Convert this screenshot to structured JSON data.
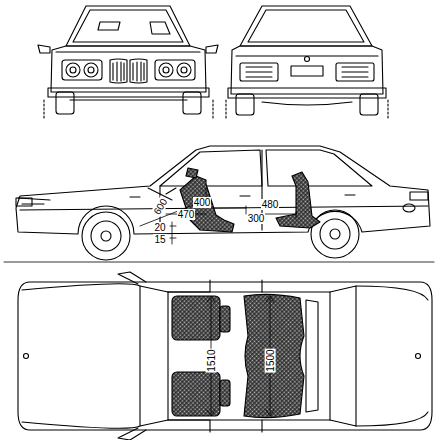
{
  "diagram": {
    "labels": [
      "600",
      "470",
      "400",
      "300",
      "480",
      "20",
      "15",
      "1510",
      "1500"
    ]
  }
}
